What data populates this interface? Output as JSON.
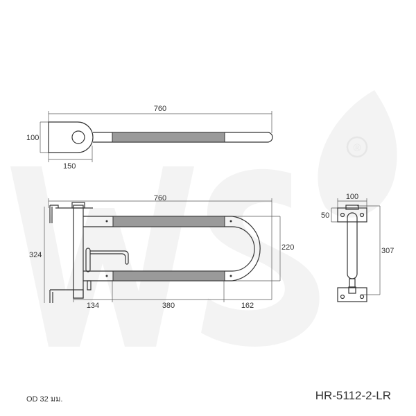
{
  "watermark": {
    "text": "WS",
    "registered": "®",
    "color": "#f2f2f2"
  },
  "top_view": {
    "length": "760",
    "height": "100",
    "plate_width": "150"
  },
  "front_view": {
    "length": "760",
    "height": "324",
    "inner_height": "220",
    "segments": [
      "134",
      "380",
      "162"
    ]
  },
  "side_view": {
    "width": "100",
    "plate_height": "50",
    "height": "307"
  },
  "footer": {
    "od_note": "OD 32 มม.",
    "model": "HR-5112-2-LR"
  }
}
